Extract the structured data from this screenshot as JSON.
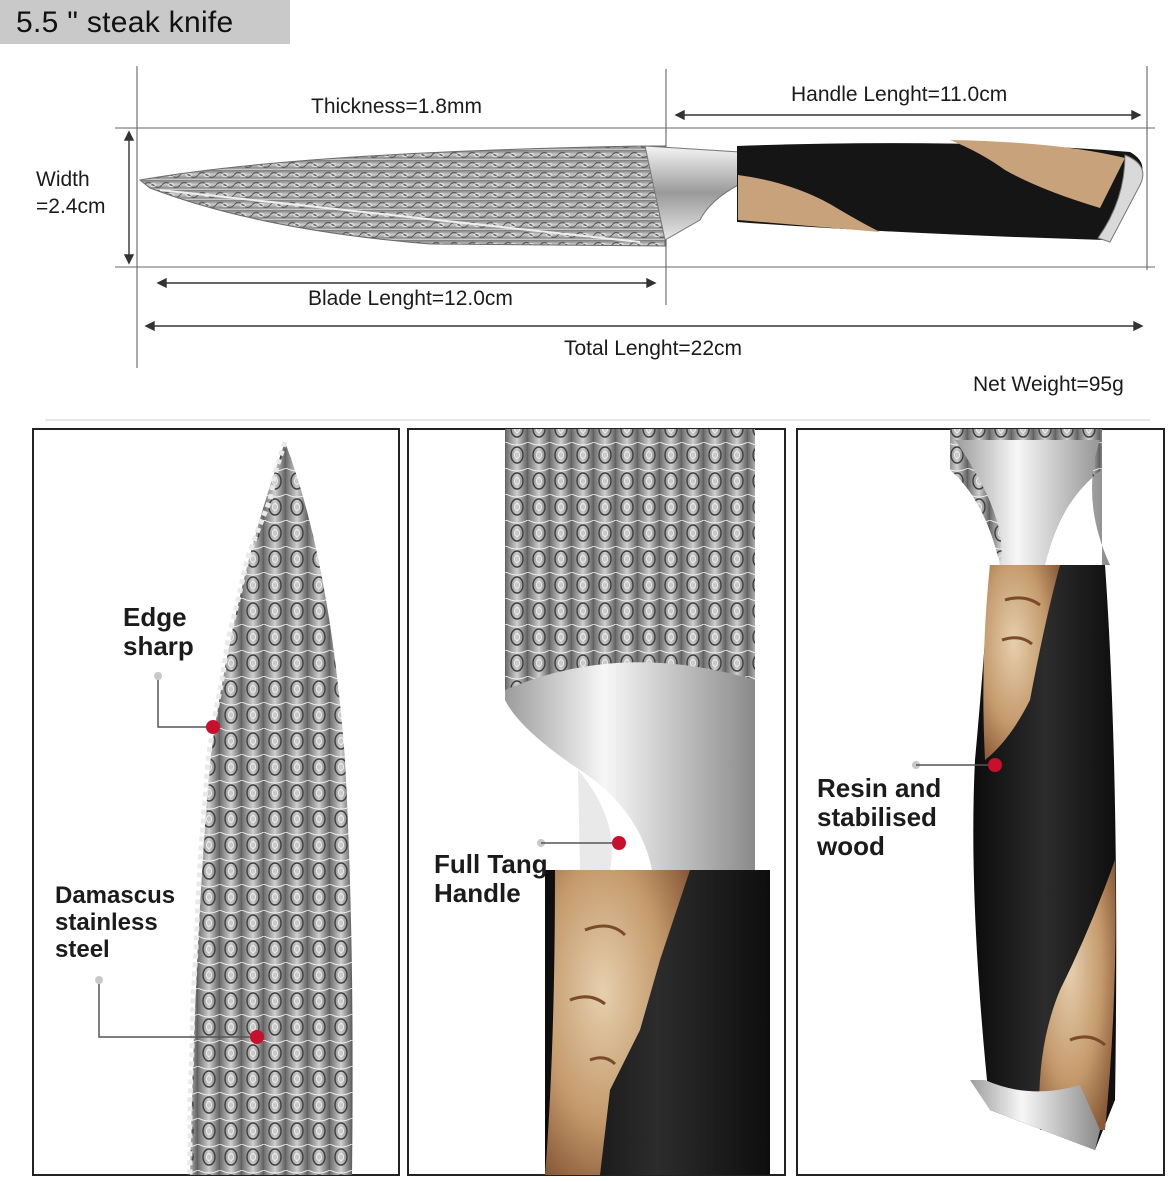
{
  "title": "5.5 \" steak knife",
  "dimensions": {
    "thickness": "Thickness=1.8mm",
    "handle_length": "Handle Lenght=11.0cm",
    "width_line1": "Width",
    "width_line2": "=2.4cm",
    "blade_length": "Blade Lenght=12.0cm",
    "total_length": "Total Lenght=22cm",
    "net_weight": "Net Weight=95g"
  },
  "callouts": {
    "edge_line1": "Edge",
    "edge_line2": "sharp",
    "steel_line1": "Damascus",
    "steel_line2": "stainless",
    "steel_line3": "steel",
    "tang_line1": "Full Tang",
    "tang_line2": "Handle",
    "wood_line1": "Resin and",
    "wood_line2": "stabilised",
    "wood_line3": "wood"
  },
  "colors": {
    "title_bg": "#c9c9c9",
    "marker": "#c8102e",
    "resin": "#151515",
    "wood": "#c7a27a",
    "steel": "#b8b8b8"
  }
}
